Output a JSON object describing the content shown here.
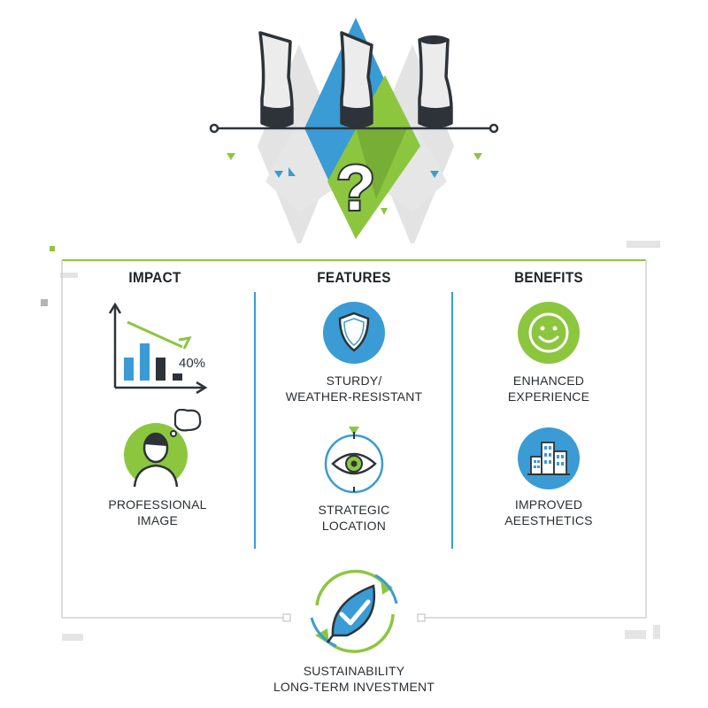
{
  "columns": {
    "impact": {
      "heading": "IMPACT",
      "chart_value": "40%",
      "item2_line1": "PROFESSIONAL",
      "item2_line2": "IMAGE"
    },
    "features": {
      "heading": "FEATURES",
      "item1_line1": "STURDY/",
      "item1_line2": "WEATHER-RESISTANT",
      "item2_line1": "STRATEGIC",
      "item2_line2": "LOCATION"
    },
    "benefits": {
      "heading": "BENEFITS",
      "item1_line1": "ENHANCED",
      "item1_line2": "EXPERIENCE",
      "item2_line1": "IMPROVED",
      "item2_line2": "AEESTHETICS"
    }
  },
  "footer": {
    "line1": "SUSTAINABILITY",
    "line2": "LONG-TERM INVESTMENT"
  },
  "colors": {
    "green": "#8cc63f",
    "blue": "#3a9bd5",
    "dark": "#2d3338",
    "grey": "#d9dadb"
  },
  "icons": [
    "bollard-icon",
    "question-mark-icon",
    "bar-chart-icon",
    "person-thought-icon",
    "shield-icon",
    "eye-target-icon",
    "smiley-icon",
    "buildings-icon",
    "leaf-check-recycle-icon"
  ]
}
